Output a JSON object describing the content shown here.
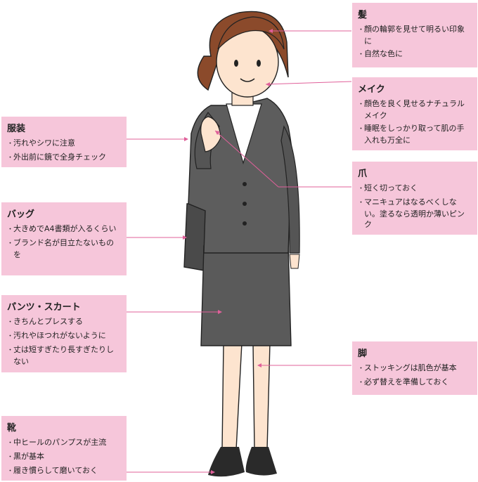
{
  "callouts": {
    "hair": {
      "title": "髪",
      "items": [
        "顔の輪郭を見せて明るい印象に",
        "自然な色に"
      ]
    },
    "makeup": {
      "title": "メイク",
      "items": [
        "顔色を良く見せるナチュラルメイク",
        "睡眠をしっかり取って肌の手入れも万全に"
      ]
    },
    "clothes": {
      "title": "服装",
      "items": [
        "汚れやシワに注意",
        "外出前に鏡で全身チェック"
      ]
    },
    "nails": {
      "title": "爪",
      "items": [
        "短く切っておく",
        "マニキュアはなるべくしない。塗るなら透明か薄いピンク"
      ]
    },
    "bag": {
      "title": "バッグ",
      "items": [
        "大きめでA4書類が入るくらい",
        "ブランド名が目立たないものを"
      ]
    },
    "pants": {
      "title": "パンツ・スカート",
      "items": [
        "きちんとプレスする",
        "汚れやほつれがないように",
        "丈は短すぎたり長すぎたりしない"
      ]
    },
    "legs": {
      "title": "脚",
      "items": [
        "ストッキングは肌色が基本",
        "必ず替えを準備しておく"
      ]
    },
    "shoes": {
      "title": "靴",
      "items": [
        "中ヒールのパンプスが主流",
        "黒が基本",
        "履き慣らして磨いておく"
      ]
    }
  },
  "colors": {
    "box": "#f6c6da",
    "leader": "#e0609a",
    "suit": "#555555",
    "hair": "#8b4a2b",
    "skin": "#fde4cf"
  }
}
